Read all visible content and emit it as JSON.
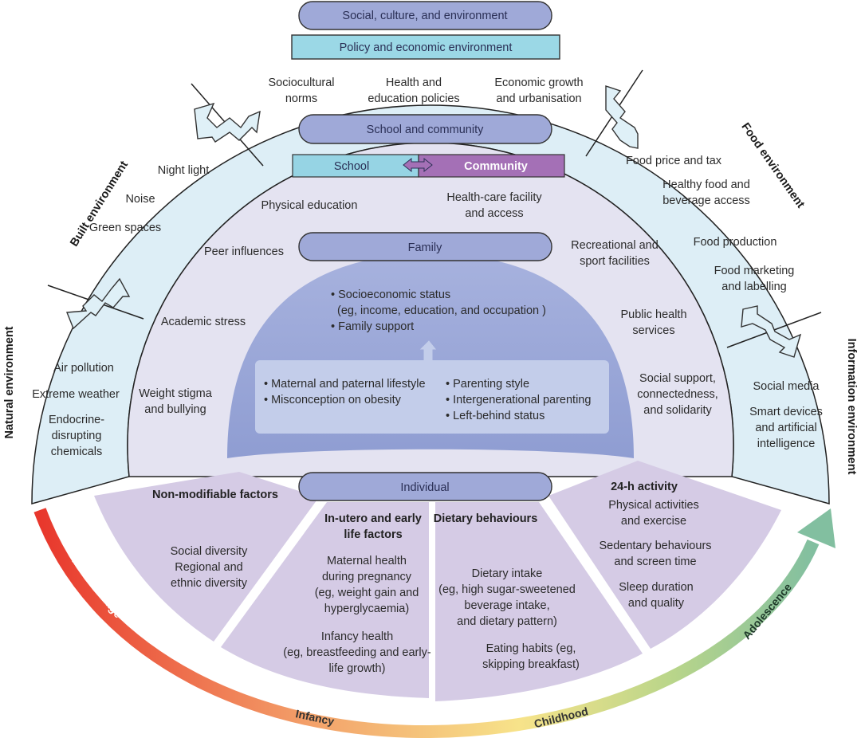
{
  "colors": {
    "outer_ring": "#ddeef6",
    "middle_ring": "#e4e3f1",
    "family_dome": "#9ba8d6",
    "family_panel": "#c3cdea",
    "individual_sectors": "#d5cbe5",
    "pill_fill": "#9fa9d8",
    "policy_bar": "#9bd8e6",
    "school_box": "#96d4e4",
    "community_box": "#a470b6",
    "life_course_gradient": [
      "#e8372c",
      "#f3a16a",
      "#f7e38a",
      "#b8d58a",
      "#82bfa0"
    ]
  },
  "outer_ring": {
    "pill_label": "Social, culture, and environment",
    "policy_bar_label": "Policy and economic environment",
    "policy_items": [
      [
        "Sociocultural",
        "norms"
      ],
      [
        "Health and",
        "education policies"
      ],
      [
        "Economic growth",
        "and urbanisation"
      ]
    ],
    "built_environment": {
      "label": "Built environment",
      "items": [
        "Night light",
        "Noise",
        "Green spaces"
      ]
    },
    "natural_environment": {
      "label": "Natural environment",
      "items": [
        [
          "Air pollution"
        ],
        [
          "Extreme weather"
        ],
        [
          "Endocrine-",
          "disrupting",
          "chemicals"
        ]
      ]
    },
    "food_environment": {
      "label": "Food environment",
      "items": [
        [
          "Food price and tax"
        ],
        [
          "Healthy food and",
          "beverage access"
        ],
        [
          "Food production"
        ],
        [
          "Food marketing",
          "and labelling"
        ]
      ]
    },
    "information_environment": {
      "label": "Information environment",
      "items": [
        [
          "Social media"
        ],
        [
          "Smart devices",
          "and artificial",
          "intelligence"
        ]
      ]
    }
  },
  "middle_ring": {
    "pill_label": "School and community",
    "school_label": "School",
    "community_label": "Community",
    "left_items": [
      [
        "Peer influences"
      ],
      [
        "Academic stress"
      ],
      [
        "Weight stigma",
        "and bullying"
      ]
    ],
    "top_items": [
      [
        "Physical education"
      ],
      [
        "Health-care facility",
        "and access"
      ]
    ],
    "right_items": [
      [
        "Recreational and",
        "sport facilities"
      ],
      [
        "Public health",
        "services"
      ],
      [
        "Social support,",
        "connectedness,",
        "and solidarity"
      ]
    ]
  },
  "family": {
    "pill_label": "Family",
    "top_bullets": [
      [
        "• Socioeconomic status",
        "(eg, income, education, and occupation )"
      ],
      [
        "• Family support"
      ]
    ],
    "panel_left": [
      "• Maternal and paternal lifestyle",
      "• Misconception on obesity"
    ],
    "panel_right": [
      "• Parenting style",
      "• Intergenerational parenting",
      "• Left-behind status"
    ]
  },
  "individual": {
    "pill_label": "Individual",
    "sectors": [
      {
        "title": [
          "Non-modifiable factors"
        ],
        "groups": [
          [
            "Social diversity",
            "Regional and",
            "ethnic diversity"
          ]
        ]
      },
      {
        "title": [
          "In-utero and early",
          "life factors"
        ],
        "groups": [
          [
            "Maternal health",
            "during pregnancy",
            "(eg, weight gain and",
            "hyperglycaemia)"
          ],
          [
            "Infancy health",
            "(eg, breastfeeding and early-",
            "life growth)"
          ]
        ]
      },
      {
        "title": [
          "Dietary behaviours"
        ],
        "groups": [
          [
            "Dietary intake",
            "(eg, high sugar-sweetened",
            "beverage intake,",
            "and dietary pattern)"
          ],
          [
            "Eating habits (eg,",
            "skipping breakfast)"
          ]
        ]
      },
      {
        "title": [
          "24-h activity"
        ],
        "groups": [
          [
            "Physical activities",
            "and exercise"
          ],
          [
            "Sedentary behaviours",
            "and  screen time"
          ],
          [
            "Sleep duration",
            "and quality"
          ]
        ]
      }
    ]
  },
  "life_course": {
    "stages": [
      "In-utero stage",
      "Infancy",
      "Childhood",
      "Adolescence"
    ]
  }
}
